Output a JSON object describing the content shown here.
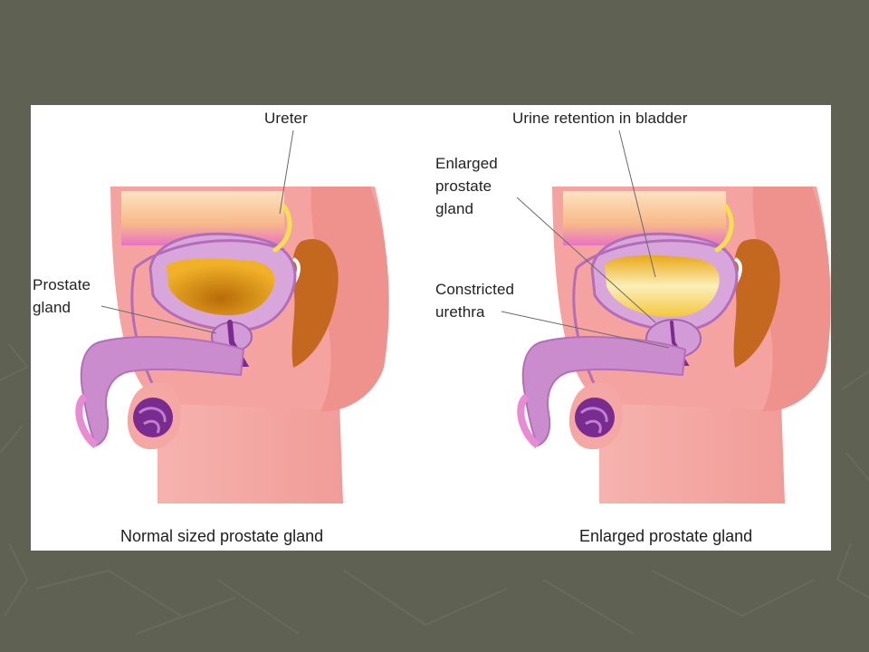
{
  "colors": {
    "slide_background": "#5f6152",
    "panel_background": "#ffffff",
    "skin": "#f4a3a0",
    "skin_dark": "#e5837f",
    "bladder_wall": "#c48ac4",
    "urine": "#e3a20e",
    "urine_light": "#f1d46a",
    "prostate": "#d39ad8",
    "rectum": "#c4671f",
    "testis": "#7a2b90",
    "ureter": "#f2e04e"
  },
  "labels": {
    "ureter": "Ureter",
    "prostate_gland": "Prostate\ngland",
    "urine_retention": "Urine retention in bladder",
    "enlarged_prostate": "Enlarged\nprostate\ngland",
    "constricted_urethra": "Constricted\nurethra"
  },
  "captions": {
    "normal": "Normal sized prostate gland",
    "enlarged": "Enlarged prostate gland"
  }
}
